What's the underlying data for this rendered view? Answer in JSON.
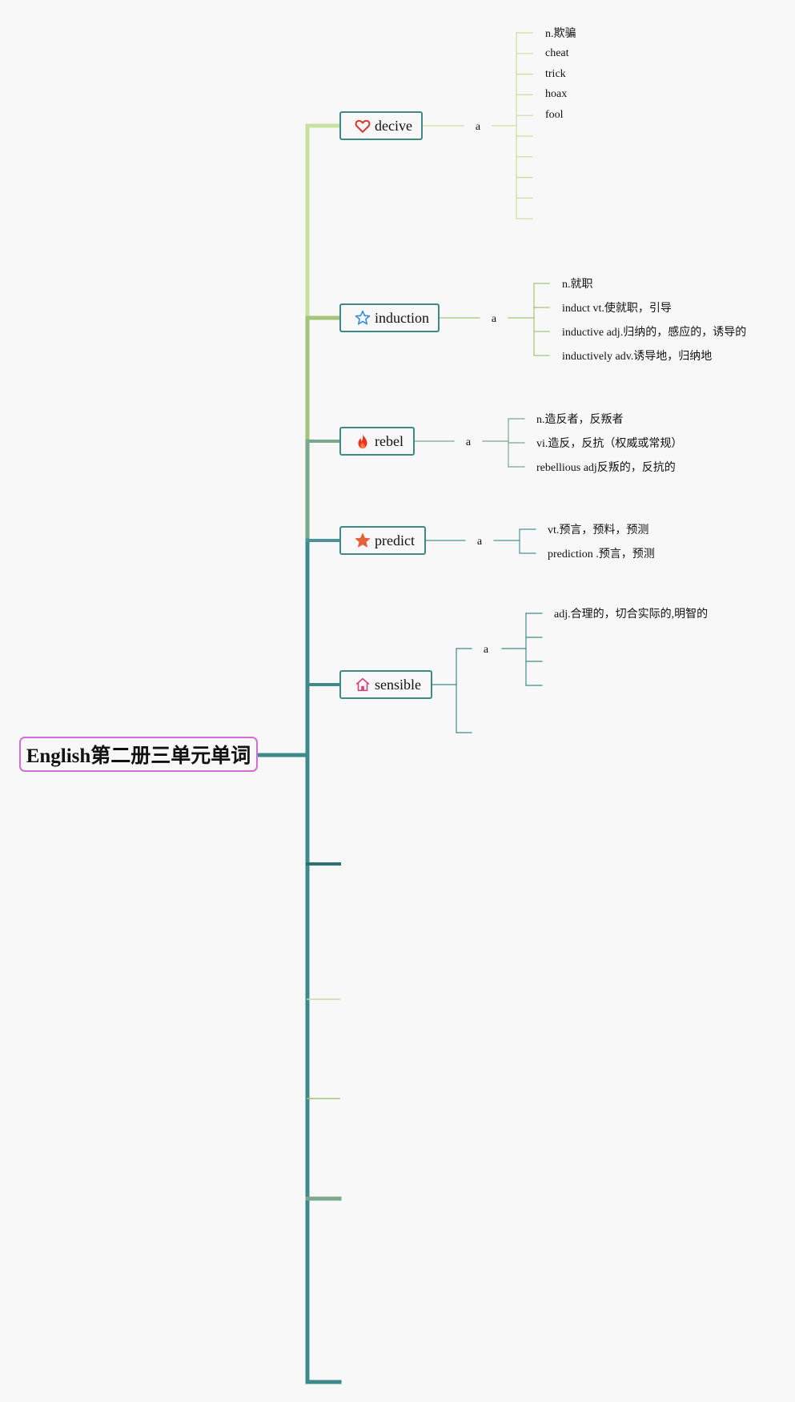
{
  "root": {
    "title": "English第二册三单元单词"
  },
  "colors": {
    "root_border": "#cf6fd6",
    "node_border": "#3e8a82",
    "branch_light": "#c8e0a0",
    "branch_mid": "#a3c47d",
    "branch_teal": "#3e8a8a"
  },
  "branches": [
    {
      "word": "decive",
      "icon": "heart-icon",
      "sub_label": "a",
      "senses": [
        "n.欺骗",
        "cheat",
        "trick",
        "hoax",
        "fool",
        "",
        "",
        "",
        "",
        ""
      ]
    },
    {
      "word": "induction",
      "icon": "star-outline-icon",
      "sub_label": "a",
      "senses": [
        "n.就职",
        "induct vt.使就职，引导",
        "inductive adj.归纳的，感应的，诱导的",
        "inductively adv.诱导地，归纳地"
      ]
    },
    {
      "word": "rebel",
      "icon": "flame-icon",
      "sub_label": "a",
      "senses": [
        "n.造反者，反叛者",
        "vi.造反，反抗（权威或常规）",
        "rebellious adj反叛的，反抗的"
      ]
    },
    {
      "word": "predict",
      "icon": "star-filled-icon",
      "sub_label": "a",
      "senses": [
        "vt.预言，预料，预测",
        "prediction .预言，预测"
      ]
    },
    {
      "word": "sensible",
      "icon": "house-icon",
      "sub_label": "a",
      "senses": [
        "adj.合理的，切合实际的,明智的",
        "",
        "",
        ""
      ]
    }
  ]
}
